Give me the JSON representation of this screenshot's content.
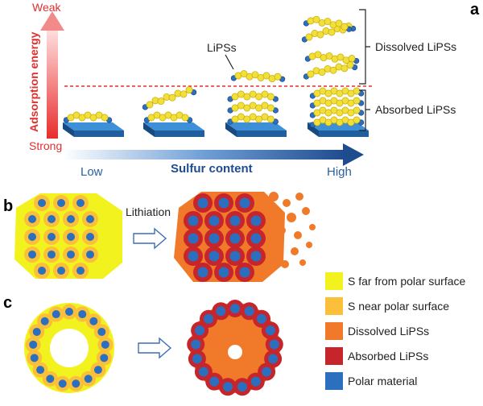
{
  "panel_a": {
    "letter": "a",
    "weak_label": "Weak",
    "strong_label": "Strong",
    "y_axis_label": "Adsorption energy",
    "x_low": "Low",
    "x_title": "Sulfur content",
    "x_high": "High",
    "lipss_label": "LiPSs",
    "dissolved_label": "Dissolved LiPSs",
    "absorbed_label": "Absorbed LiPSs"
  },
  "panel_b": {
    "letter": "b",
    "arrow_label": "Lithiation"
  },
  "panel_c": {
    "letter": "c"
  },
  "legend": [
    {
      "text": "S far from polar surface",
      "color": "#f2f21e"
    },
    {
      "text": "S near polar surface",
      "color": "#fbbf3a"
    },
    {
      "text": "Dissolved LiPSs",
      "color": "#f07a2a"
    },
    {
      "text": "Absorbed LiPSs",
      "color": "#c7252c"
    },
    {
      "text": "Polar material",
      "color": "#2b6fbe"
    }
  ],
  "colors": {
    "sulfur_yellow": "#f2e03a",
    "sulfur_dark": "#c9a800",
    "polar_blue": "#2b6fbe",
    "slab_top": "#3d8fd8",
    "slab_side": "#1f5f9e",
    "red_arrow": "#e82d2d",
    "blue_arrow": "#1f4c8f",
    "dashed_line": "#e82d2d"
  }
}
